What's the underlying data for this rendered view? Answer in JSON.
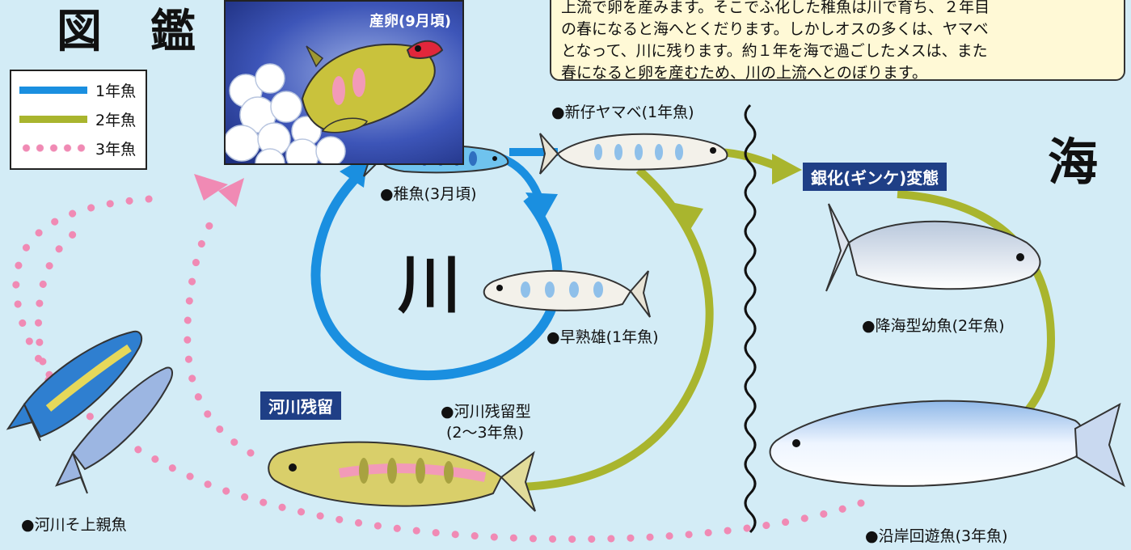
{
  "header": {
    "title_char1": "図",
    "title_char2": "鑑"
  },
  "legend": {
    "items": [
      {
        "label": "1年魚",
        "color": "#1a8fe0",
        "style": "solid"
      },
      {
        "label": "2年魚",
        "color": "#a9b52e",
        "style": "solid"
      },
      {
        "label": "3年魚",
        "color": "#f08ab4",
        "style": "dotted"
      }
    ]
  },
  "textbox": {
    "lines": [
      "上流で卵を産みます。そこでふ化した稚魚は川で育ち、２年目",
      "の春になると海へとくだります。しかしオスの多くは、ヤマベ",
      "となって、川に残ります。約１年を海で過ごしたメスは、また",
      "春になると卵を産むため、川の上流へとのぼります。"
    ]
  },
  "panel": {
    "spawning_label": "産卵(9月頃)"
  },
  "regions": {
    "river": "川",
    "sea": "海"
  },
  "tags": {
    "river_residence": "河川残留",
    "smoltification": "銀化(ギンケ)変態"
  },
  "labels": {
    "fry": "●稚魚(3月頃)",
    "new_yamabe": "●新仔ヤマベ(1年魚)",
    "precocious_male": "●早熟雄(1年魚)",
    "river_resident_line1": "●河川残留型",
    "river_resident_line2": "(2〜3年魚)",
    "upstream_parent": "●河川そ上親魚",
    "sea_juvenile": "●降海型幼魚(2年魚)",
    "coastal_migrant": "●沿岸回遊魚(3年魚)"
  },
  "colors": {
    "background": "#d3ecf6",
    "one_year": "#1a8fe0",
    "two_year": "#a9b52e",
    "three_year": "#f08ab4",
    "tag_bg": "#1f3f86",
    "textbox_bg": "#fff9d6"
  }
}
